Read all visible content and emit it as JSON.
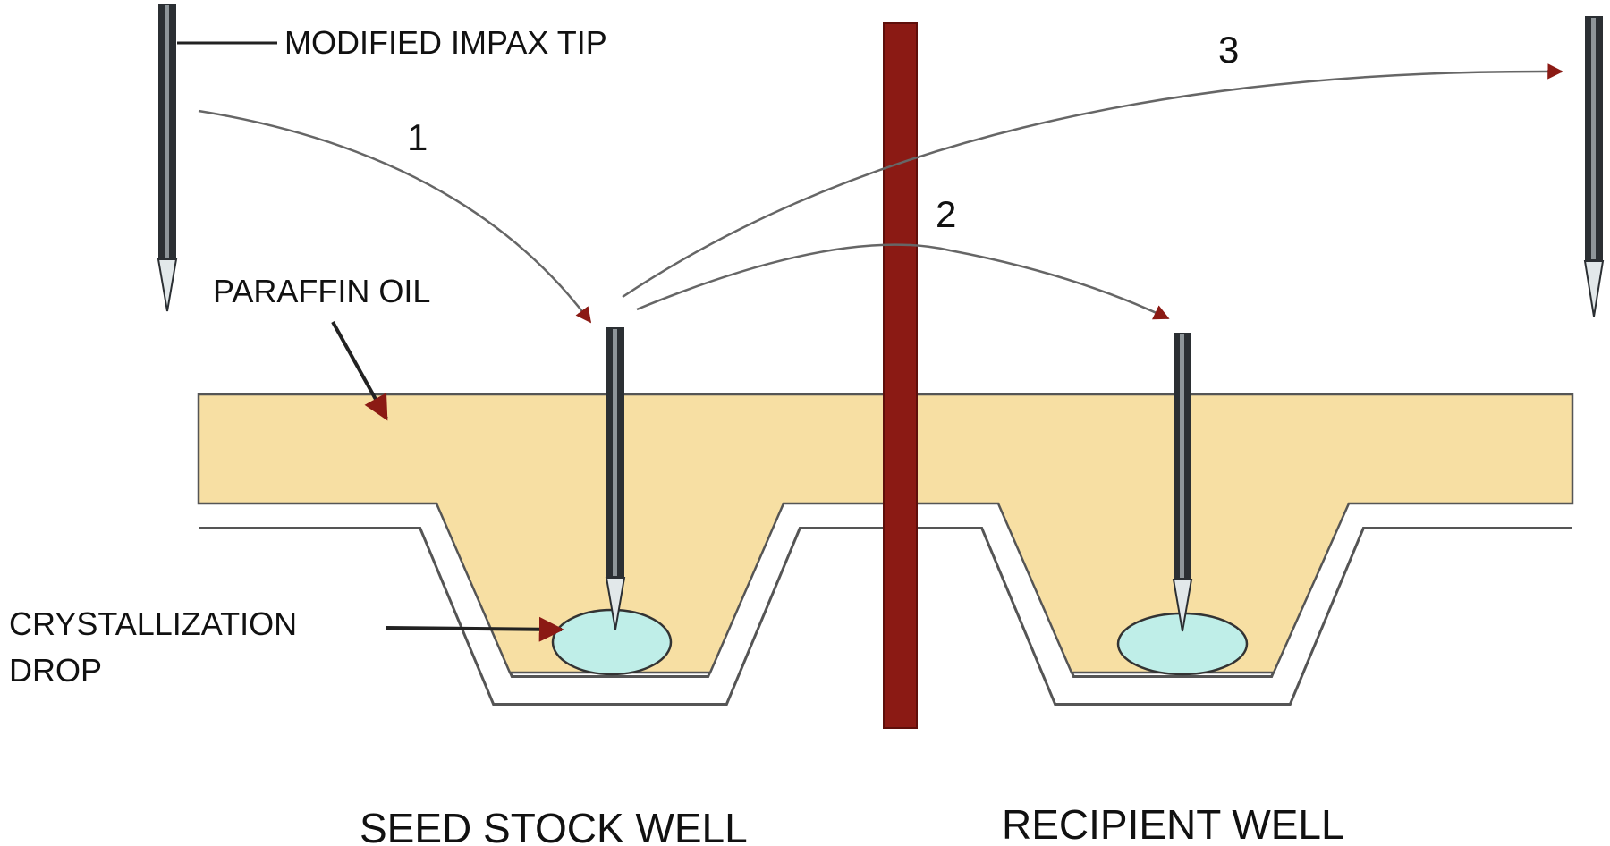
{
  "labels": {
    "tip": "MODIFIED IMPAX TIP",
    "oil": "PARAFFIN OIL",
    "drop_line1": "CRYSTALLIZATION",
    "drop_line2": "DROP",
    "seed_well": "SEED STOCK WELL",
    "recipient_well": "RECIPIENT WELL"
  },
  "steps": {
    "step1": "1",
    "step2": "2",
    "step3": "3"
  },
  "colors": {
    "oil": "#f7dfa3",
    "drop": "#bfeee8",
    "divider": "#8b1a14",
    "arrowhead": "#8b1a14",
    "tip_body": "#2b2f33",
    "outline": "#444444"
  }
}
